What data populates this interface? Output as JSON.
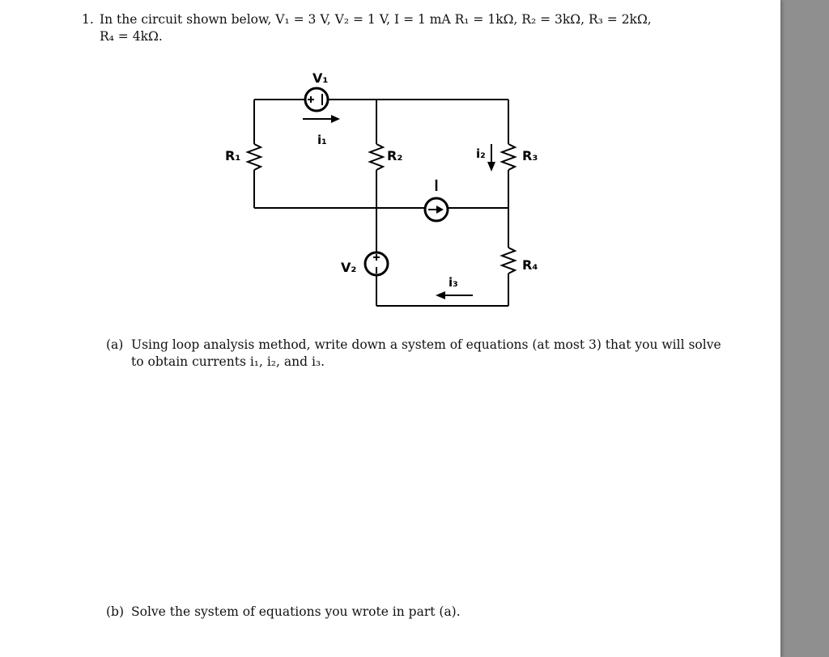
{
  "problem": {
    "number": "1.",
    "statement_line1": "In the circuit shown below, V₁ = 3 V, V₂ = 1 V, I = 1 mA R₁ = 1kΩ, R₂ = 3kΩ, R₃ = 2kΩ,",
    "statement_line2": "R₄ = 4kΩ."
  },
  "circuit": {
    "labels": {
      "v1": "V₁",
      "v2": "V₂",
      "r1": "R₁",
      "r2": "R₂",
      "r3": "R₃",
      "r4": "R₄",
      "i_source": "I",
      "i1": "i₁",
      "i2": "i₂",
      "i3": "i₃",
      "plus": "+",
      "minus": "−"
    }
  },
  "parts": {
    "a": {
      "label": "(a)",
      "line1": "Using loop analysis method, write down a system of equations (at most 3) that you will solve",
      "line2": "to obtain currents i₁, i₂, and i₃."
    },
    "b": {
      "label": "(b)",
      "line1": "Solve the system of equations you wrote in part (a)."
    }
  }
}
